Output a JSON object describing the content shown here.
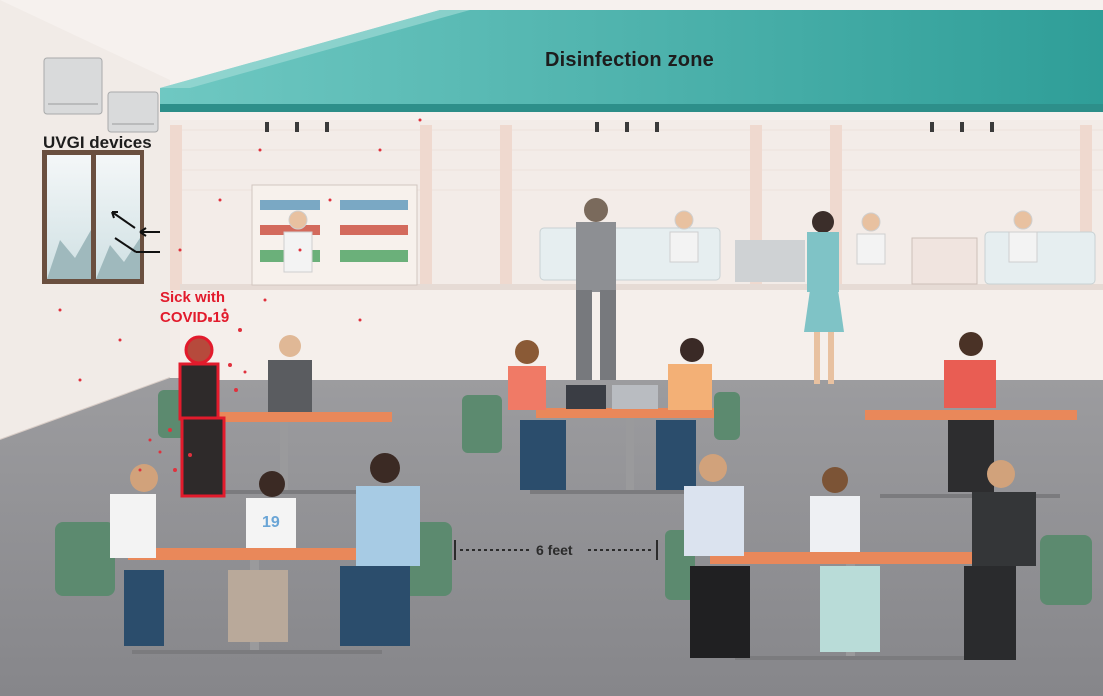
{
  "labels": {
    "disinfection_zone": "Disinfection zone",
    "uvgi_devices": "UVGI devices",
    "sick_line1": "Sick with",
    "sick_line2": "COVID-19",
    "distance": "6 feet"
  },
  "shirt_number": "19",
  "colors": {
    "wall": "#f3ece8",
    "floor": "#8f8f92",
    "canopy": "#4fb6b0",
    "canopy_dark": "#2f9a96",
    "table_top": "#e9885a",
    "chair": "#5c8a6f",
    "virus_dots": "#e0313d",
    "sick_outline": "#e21b2c"
  },
  "icons": {
    "air_flow": "arrow-icon",
    "uv_unit": "air-purifier-icon"
  }
}
